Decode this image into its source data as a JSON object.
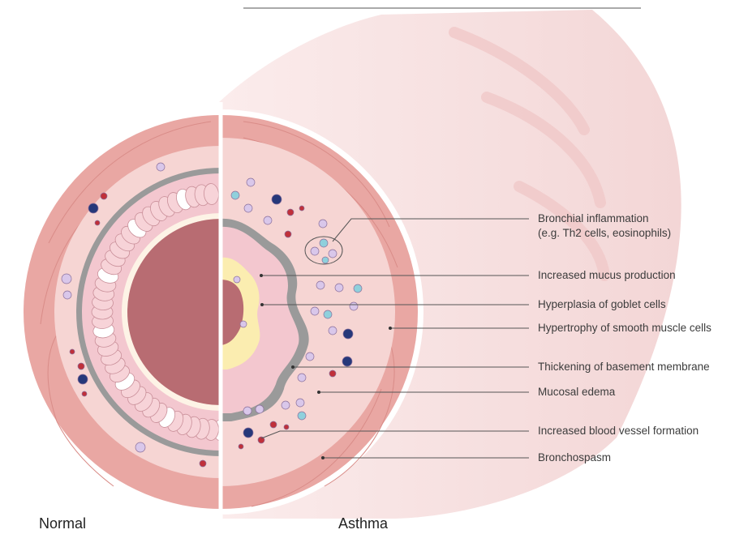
{
  "captions": {
    "normal": "Normal",
    "asthma": "Asthma"
  },
  "annotations": [
    {
      "id": "bronchial-inflammation",
      "text": "Bronchial inflammation",
      "subtext": "(e.g. Th2 cells, eosinophils)"
    },
    {
      "id": "mucus-production",
      "text": "Increased mucus production"
    },
    {
      "id": "goblet-hyperplasia",
      "text": "Hyperplasia of goblet cells"
    },
    {
      "id": "smooth-muscle-hypertrophy",
      "text": "Hypertrophy of smooth muscle cells"
    },
    {
      "id": "basement-membrane-thickening",
      "text": "Thickening of basement membrane"
    },
    {
      "id": "mucosal-edema",
      "text": "Mucosal edema"
    },
    {
      "id": "blood-vessel-formation",
      "text": "Increased blood vessel formation"
    },
    {
      "id": "bronchospasm",
      "text": "Bronchospasm"
    }
  ],
  "colors": {
    "muscle": "#e9a7a3",
    "mucosa": "#f6d5d3",
    "basement": "#9a9a9a",
    "epithelium": "#f3c7cf",
    "lumen": "#b86c72",
    "mucus": "#fbedb0",
    "eosinophil": "#d9c7ea",
    "th2": "#8fd0dc",
    "vessel": "#c0303a",
    "tube": "#f8e4e3"
  }
}
